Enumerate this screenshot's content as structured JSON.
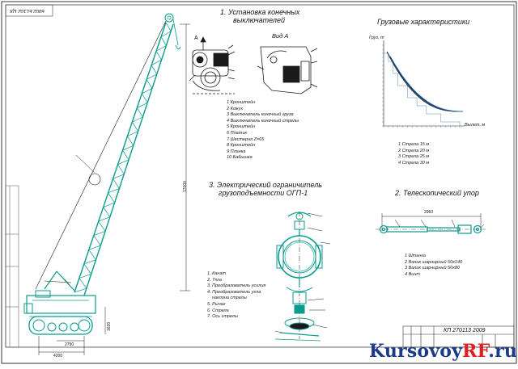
{
  "sheet": {
    "stamp_number": "6002 EL10Z ЦX",
    "doc_code": "КП 270113 2009"
  },
  "sections": {
    "s1": {
      "title_line1": "1. Установка конечных",
      "title_line2": "выключателей",
      "view_label": "Вид А",
      "arrow_label": "А",
      "legend": [
        "1 Кронштейн",
        "2 Кожух",
        "3 Выключатель конечный груза",
        "4 Выключатель конечный стрелы",
        "5 Кронштейн",
        "6 Платик",
        "7 Шестерня Z=65",
        "8 Кронштейн",
        "9 Планка",
        "10 Бабышка"
      ]
    },
    "s2": {
      "title_line1": "3. Электрический ограничитель",
      "title_line2": "грузоподъемности ОГП-1",
      "legend": [
        "1. Канат",
        "2. Тяга",
        "3. Преобразователь усилия",
        "4. Преобразователь угла",
        "наклона стрелы",
        "5. Рычаг",
        "6. Стрела",
        "7. Ось стрелы"
      ]
    },
    "s3": {
      "title": "Грузовые характеристики",
      "y_label": "Груз, т",
      "x_label": "Вылет, м",
      "legend": [
        "1 Стрела 15 м",
        "2 Стрела 20 м",
        "3 Стрела 25 м",
        "4 Стрела 30 м"
      ]
    },
    "s4": {
      "title": "2. Телескопический упор",
      "dimension": "2960",
      "legend": [
        "1 Штанга",
        "2 Валик шарнирный 50х140",
        "3 Валик шарнирный 50х80",
        "4 Винт"
      ]
    },
    "crane": {
      "dim_height": "17000",
      "dim_track": "4200",
      "dim_side": "1620",
      "dim_rear": "2750"
    },
    "watermark": {
      "main": "Kursovoy",
      "accent": "RF",
      "tld": ".ru"
    }
  },
  "colors": {
    "crane": "#0a9b8f",
    "lines": "#1a1a1a",
    "watermark_blue": "#1a3a8a",
    "watermark_red": "#e02020"
  }
}
